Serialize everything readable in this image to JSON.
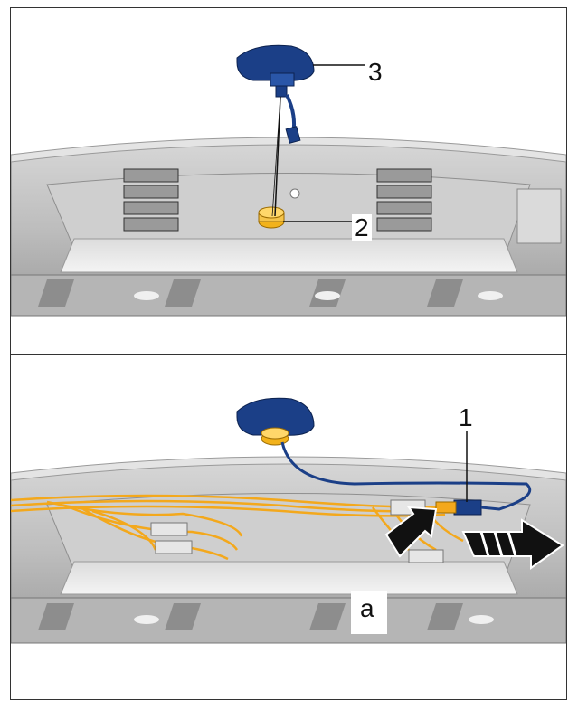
{
  "figure": {
    "panel_top": {
      "callouts": [
        {
          "id": "3",
          "text": "3"
        },
        {
          "id": "2",
          "text": "2"
        }
      ]
    },
    "panel_bottom": {
      "callouts": [
        {
          "id": "1",
          "text": "1"
        },
        {
          "id": "a",
          "text": "a"
        }
      ]
    }
  },
  "colors": {
    "bumper_light": "#e9e9e9",
    "bumper_mid": "#c9c9c9",
    "bumper_dark": "#8a8a8a",
    "sensor_blue": "#1b3f87",
    "grommet_yellow": "#f2b21b",
    "harness_orange": "#f3a81c",
    "arrow_black": "#111111"
  },
  "icons": [
    "push-arrow-icon",
    "pull-arrow-icon"
  ]
}
